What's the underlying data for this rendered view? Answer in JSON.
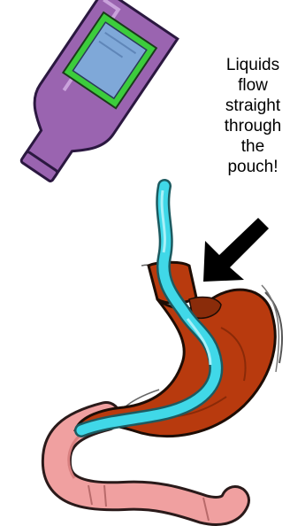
{
  "caption": {
    "lines": [
      "Liquids",
      "flow",
      "straight",
      "through",
      "the",
      "pouch!"
    ]
  },
  "colors": {
    "bottle": "#9a64b0",
    "bottle_label": "#7fa8d8",
    "label_border": "#3ccc3c",
    "liquid": "#40d8e8",
    "stomach": "#b83a0e",
    "intestine": "#f0a0a0",
    "arrow": "#000000"
  },
  "icons": [
    "bottle-icon",
    "stomach-icon",
    "arrow-icon"
  ]
}
